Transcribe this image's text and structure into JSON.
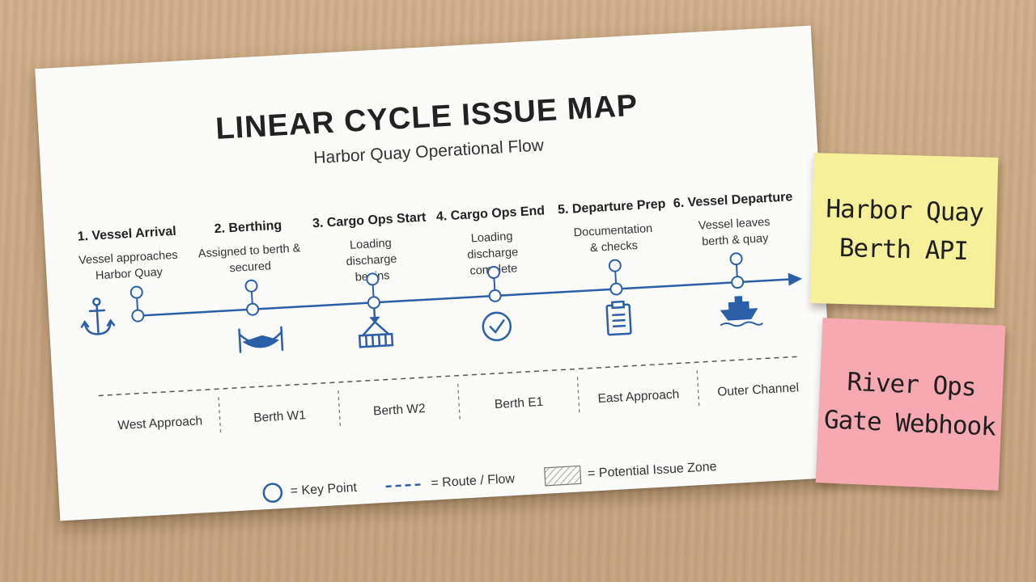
{
  "diagram": {
    "title": "LINEAR CYCLE ISSUE MAP",
    "subtitle": "Harbor Quay Operational Flow",
    "steps": [
      {
        "title": "1. Vessel Arrival",
        "desc": "Vessel approaches Harbor Quay",
        "icon": "anchor-icon"
      },
      {
        "title": "2. Berthing",
        "desc": "Assigned to berth & secured",
        "icon": "berth-icon"
      },
      {
        "title": "3. Cargo Ops Start",
        "desc": "Loading discharge begins",
        "icon": "crane-load-icon"
      },
      {
        "title": "4. Cargo Ops End",
        "desc": "Loading discharge complete",
        "icon": "check-circle-icon"
      },
      {
        "title": "5. Departure Prep",
        "desc": "Documentation & checks",
        "icon": "clipboard-icon"
      },
      {
        "title": "6. Vessel Departure",
        "desc": "Vessel leaves berth & quay",
        "icon": "ship-icon"
      }
    ],
    "zones": [
      "West Approach",
      "Berth W1",
      "Berth W2",
      "Berth E1",
      "East Approach",
      "Outer Channel"
    ],
    "legend": {
      "key_point": "= Key Point",
      "route": "= Route / Flow",
      "issue_zone": "= Potential Issue Zone"
    },
    "colors": {
      "accent": "#2b5fa8",
      "text": "#222222",
      "paper": "#fbfbfa"
    }
  },
  "notes": [
    {
      "lines": [
        "Harbor Quay",
        "Berth API"
      ],
      "color": "#f7f09a"
    },
    {
      "lines": [
        "River Ops",
        "Gate Webhook"
      ],
      "color": "#f6a9b1"
    }
  ]
}
